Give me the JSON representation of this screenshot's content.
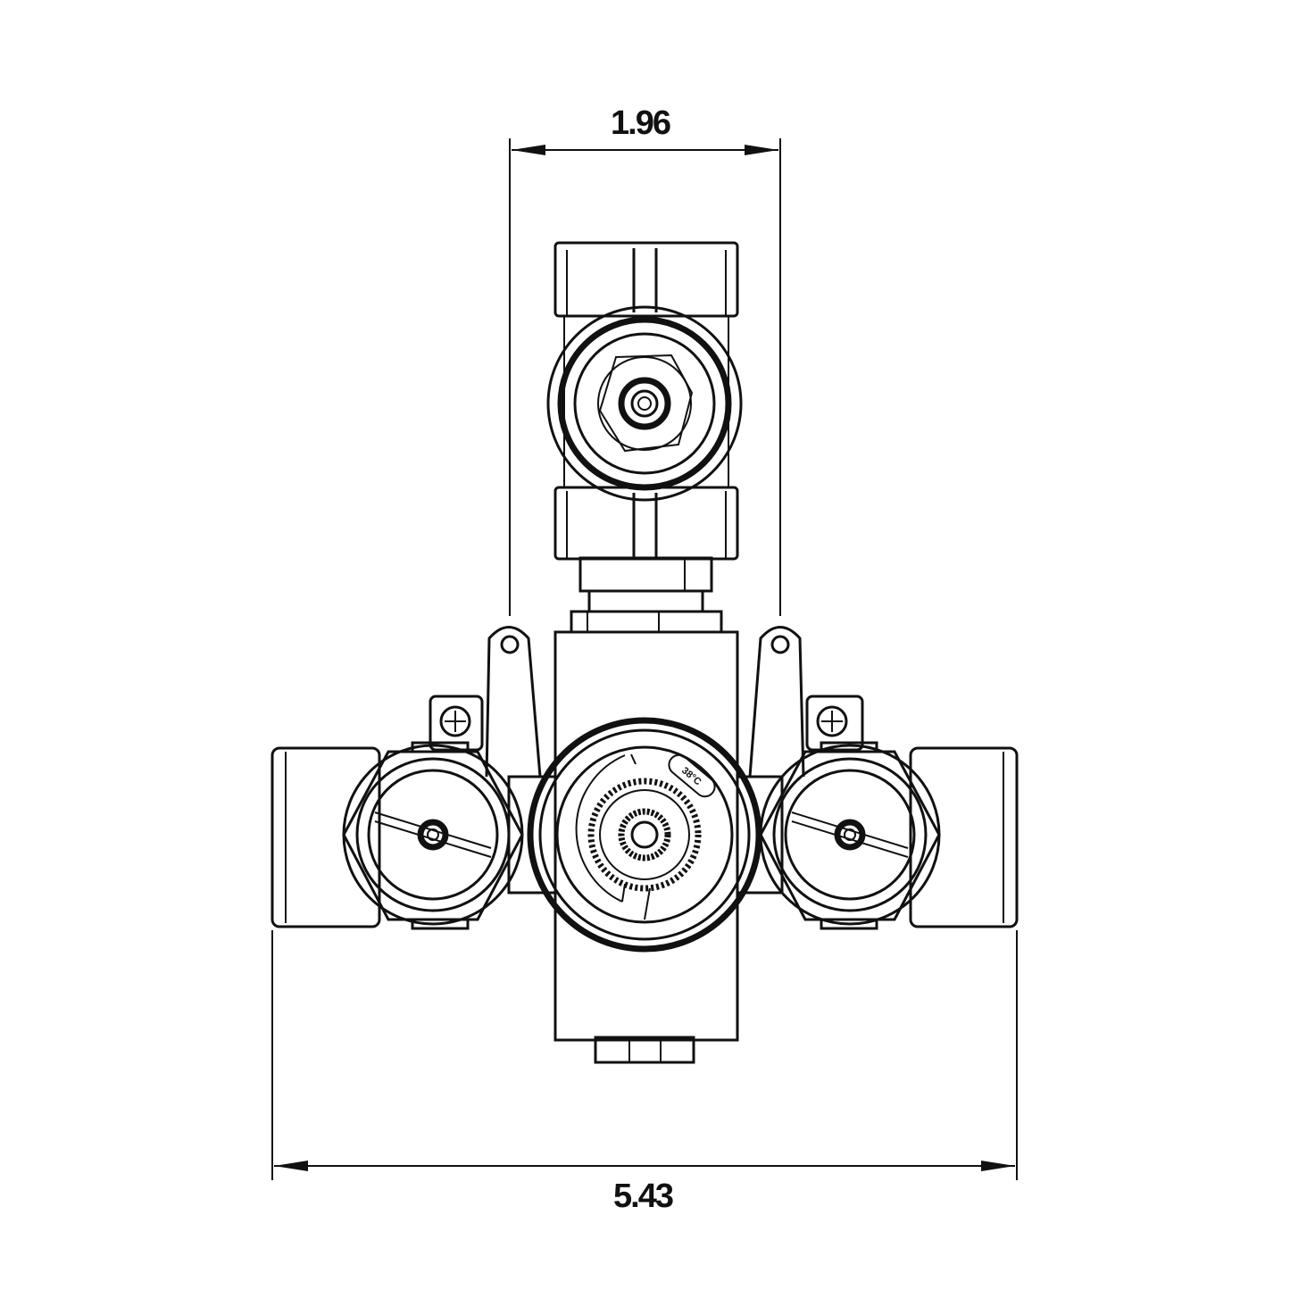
{
  "dimensions": {
    "top_width": "1.96",
    "bottom_width": "5.43"
  },
  "dial_label": "38°C"
}
